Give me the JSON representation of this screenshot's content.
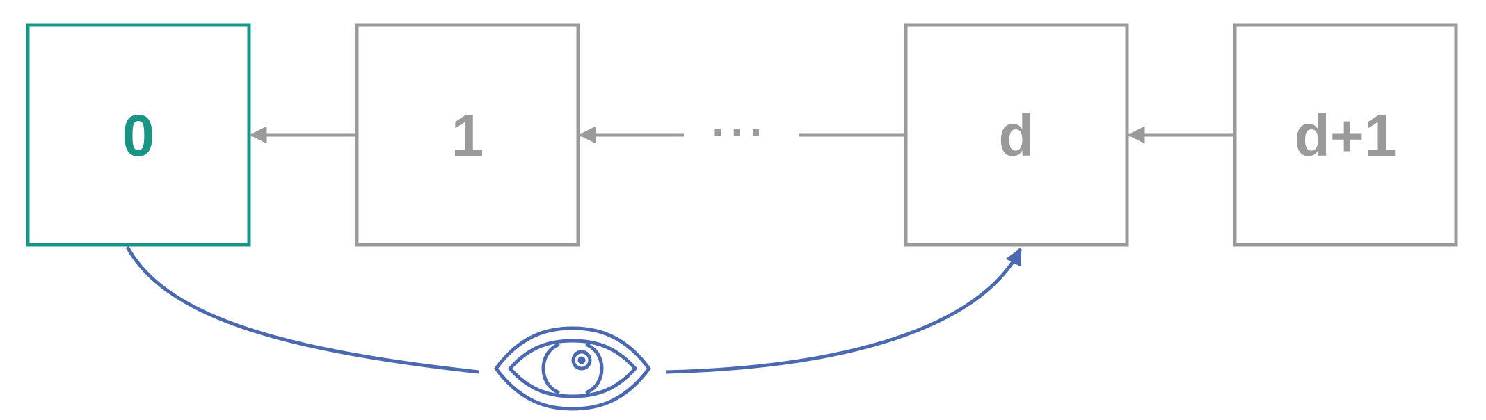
{
  "nodes": [
    {
      "label": "0",
      "color": "#1a9484"
    },
    {
      "label": "1",
      "color": "#9a9a9a"
    },
    {
      "label": "d",
      "color": "#9a9a9a"
    },
    {
      "label": "d+1",
      "color": "#9a9a9a"
    }
  ],
  "ellipsis": "···",
  "colors": {
    "arrow": "#9a9a9a",
    "observer_curve": "#4a69b0",
    "eye_icon": "#4a69b0"
  },
  "icons": {
    "observer": "eye-icon"
  }
}
